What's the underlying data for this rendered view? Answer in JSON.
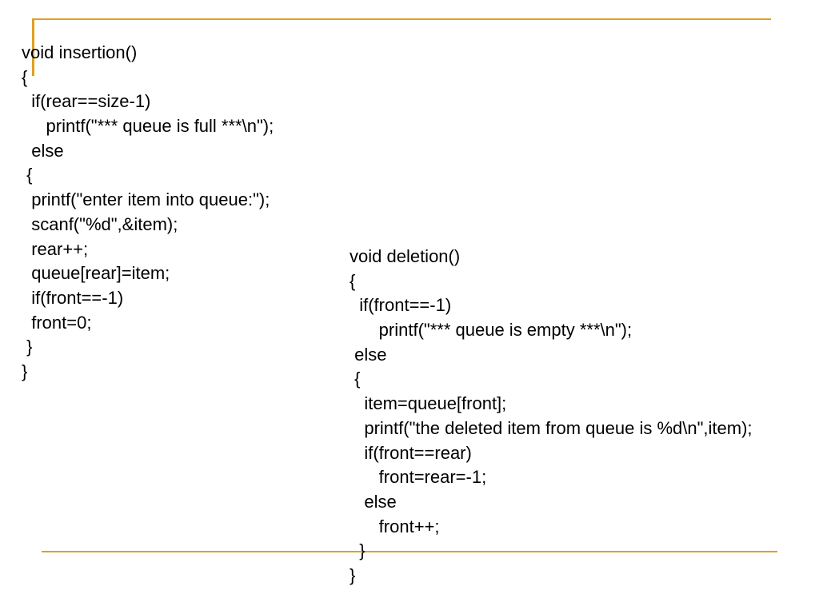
{
  "colors": {
    "accent": "#e0a020",
    "text": "#000000",
    "background": "#ffffff"
  },
  "code": {
    "insertion": [
      "void insertion()",
      "{",
      "  if(rear==size-1)",
      "     printf(\"*** queue is full ***\\n\");",
      "  else",
      " {",
      "  printf(\"enter item into queue:\");",
      "  scanf(\"%d\",&item);",
      "  rear++;",
      "  queue[rear]=item;",
      "  if(front==-1)",
      "  front=0;",
      " }",
      "}"
    ],
    "deletion": [
      "void deletion()",
      "{",
      "  if(front==-1)",
      "      printf(\"*** queue is empty ***\\n\");",
      " else",
      " {",
      "   item=queue[front];",
      "   printf(\"the deleted item from queue is %d\\n\",item);",
      "   if(front==rear)",
      "      front=rear=-1;",
      "   else",
      "      front++;",
      "  }",
      "}"
    ]
  }
}
